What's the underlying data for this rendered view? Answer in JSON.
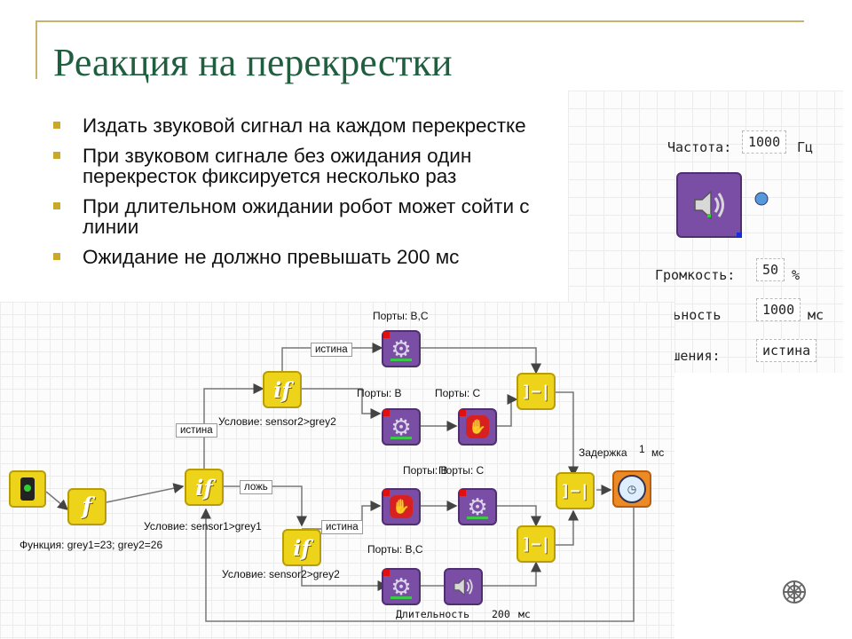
{
  "slide": {
    "title": "Реакция на перекрестки",
    "bullets": [
      "Издать звуковой сигнал на каждом перекрестке",
      "При звуковом сигнале без ожидания один перекресток фиксируется несколько раз",
      "При длительном ожидании робот может сойти с линии",
      "Ожидание не должно превышать 200 мс"
    ]
  },
  "sound_panel": {
    "freq_label": "Частота:",
    "freq_value": "1000",
    "freq_unit": "Гц",
    "volume_label": "Громкость:",
    "volume_value": "50",
    "volume_unit": "%",
    "duration_label": "Длительность",
    "duration_value": "1000",
    "duration_unit": "мс",
    "wait_label": "Ждать завершения:",
    "wait_value": "истина"
  },
  "diagram": {
    "ports_bc_top": "Порты: B,C",
    "ports_b_1": "Порты: B",
    "ports_c_1": "Порты: C",
    "ports_b_2": "Порты: B",
    "ports_c_2": "Порты: C",
    "ports_bc_bottom": "Порты: B,C",
    "label_true_top": "истина",
    "label_true_left": "истина",
    "label_false": "ложь",
    "label_true_lower": "истина",
    "cond_top": "Условие: sensor2>grey2",
    "cond_mid": "Условие: sensor1>grey1",
    "cond_low": "Условие: sensor2>grey2",
    "function_text": "Функция: grey1=23; grey2=26",
    "delay_label": "Задержка",
    "delay_value": "1",
    "delay_unit": "мс",
    "duration_label": "Длительность",
    "duration_value": "200",
    "duration_unit": "мс"
  },
  "colors": {
    "title": "#1f5f3f",
    "bullet": "#c9a82a",
    "frame": "#c8b36e",
    "block_yellow": "#eed31b",
    "block_purple": "#7b4ea5",
    "block_orange": "#ec8a26"
  },
  "icons": {
    "sound_block": "speaker-icon",
    "motor_block": "gear-icon",
    "stop_block": "hand-stop-icon",
    "branch_block": "if-icon",
    "join_block": "join-icon",
    "wait_block": "clock-icon",
    "sensor_block": "light-sensor-icon",
    "corner_logo": "logo-icon"
  }
}
